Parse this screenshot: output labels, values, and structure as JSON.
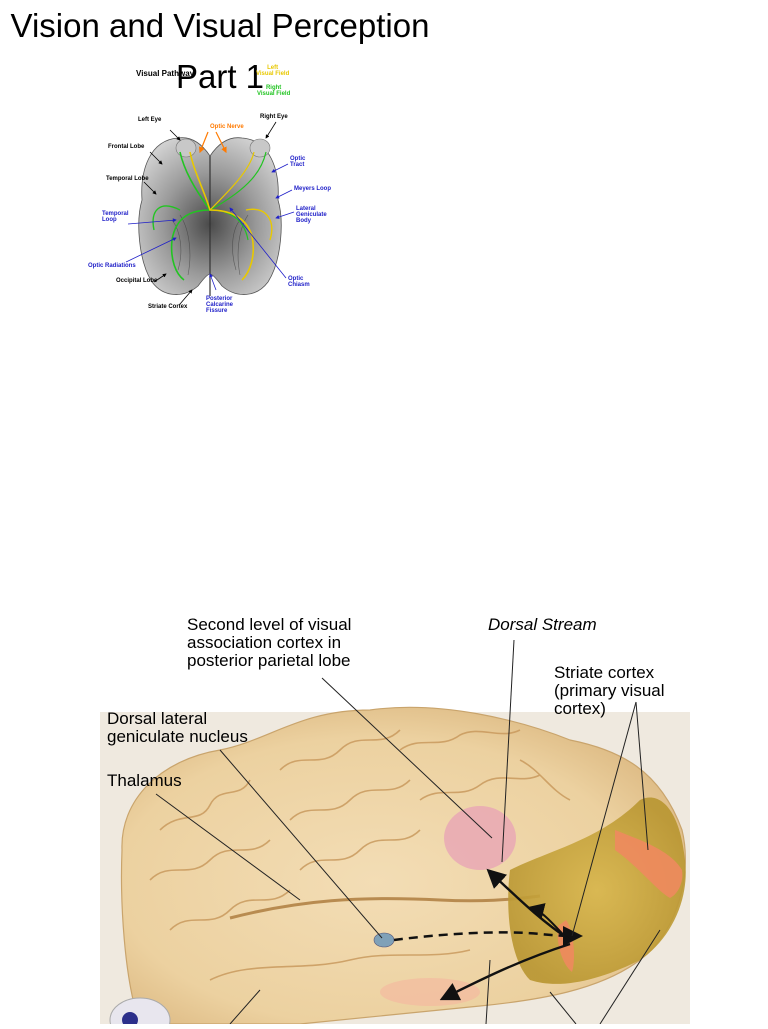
{
  "title": {
    "line1": "Vision and Visual Perception",
    "line2": "Part 1"
  },
  "visual_pathway": {
    "heading": "Visual Pathway",
    "legend_left": "Left Visual Field",
    "legend_left_l1": "Left",
    "legend_left_l2": "Visual Field",
    "legend_right_l1": "Right",
    "legend_right_l2": "Visual Field",
    "labels": {
      "left_eye": "Left Eye",
      "right_eye": "Right Eye",
      "optic_nerve": "Optic Nerve",
      "frontal_lobe": "Frontal Lobe",
      "optic_tract_l1": "Optic",
      "optic_tract_l2": "Tract",
      "temporal_lobe": "Temporal Lobe",
      "meyers_loop": "Meyers Loop",
      "temporal_loop_l1": "Temporal",
      "temporal_loop_l2": "Loop",
      "lgb_l1": "Lateral",
      "lgb_l2": "Geniculate",
      "lgb_l3": "Body",
      "optic_radiations": "Optic Radiations",
      "occipital_lobe": "Occipital Lobe",
      "optic_chiasm_l1": "Optic",
      "optic_chiasm_l2": "Chiasm",
      "striate_cortex": "Striate Cortex",
      "posterior_l1": "Posterior",
      "posterior_l2": "Calcarine",
      "posterior_l3": "Fissure"
    },
    "colors": {
      "left_field": "#e8c800",
      "right_field": "#22c422",
      "optic_nerve": "#ff7a00",
      "label_blue": "#1f1fc8"
    }
  },
  "brain_figure": {
    "second_level_l1": "Second level of visual",
    "second_level_l2": "association cortex in",
    "second_level_l3": "posterior parietal lobe",
    "dorsal_stream": "Dorsal Stream",
    "striate_l1": "Striate cortex",
    "striate_l2": "(primary visual",
    "striate_l3": "cortex)",
    "dlgn_l1": "Dorsal lateral",
    "dlgn_l2": "geniculate nucleus",
    "thalamus": "Thalamus"
  }
}
